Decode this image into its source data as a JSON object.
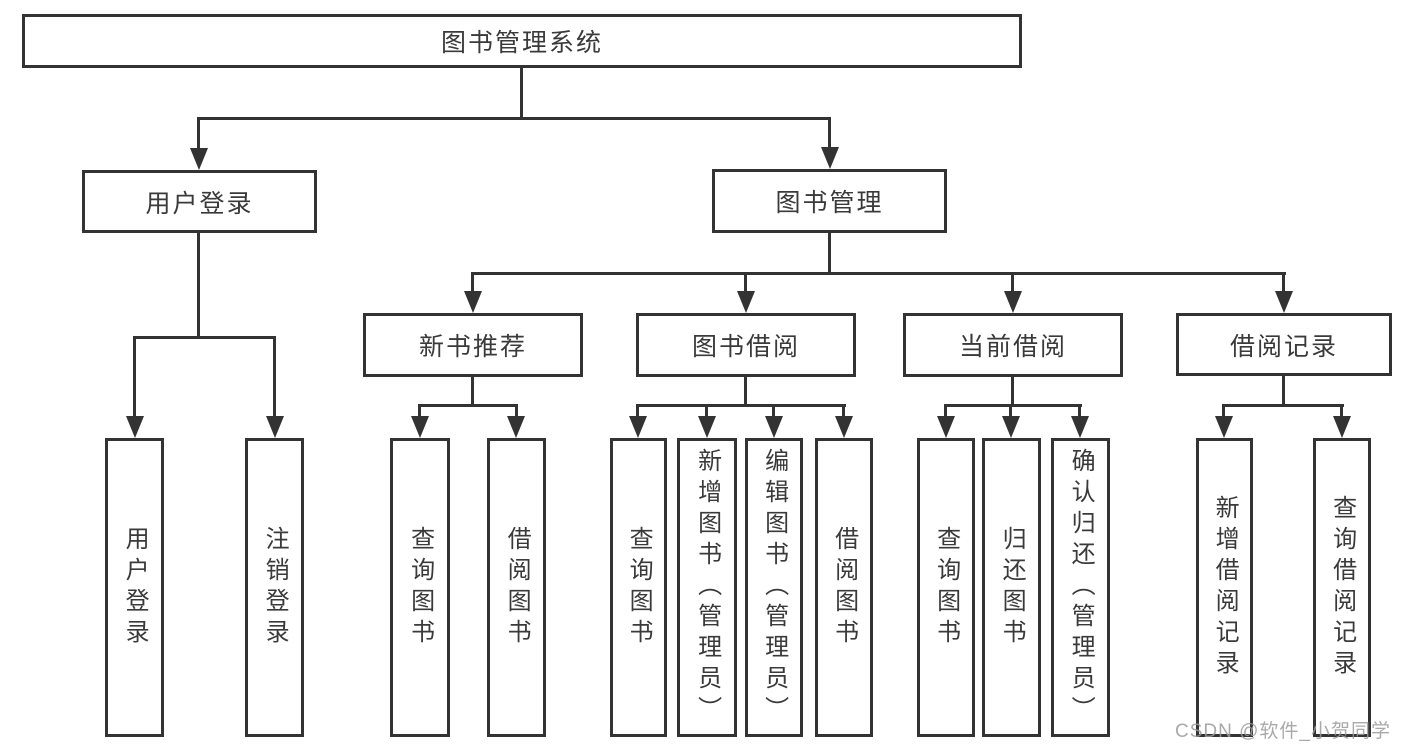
{
  "diagram": {
    "watermark": "CSDN @软件_小贺同学",
    "colors": {
      "line": "#333333",
      "text": "#3a3a3a",
      "background": "#ffffff",
      "watermark": "#9b9b9b"
    },
    "tree": {
      "root": {
        "label": "图书管理系统",
        "children": [
          {
            "label": "用户登录",
            "children": [
              {
                "label": "用户登录"
              },
              {
                "label": "注销登录"
              }
            ]
          },
          {
            "label": "图书管理",
            "children": [
              {
                "label": "新书推荐",
                "children": [
                  {
                    "label": "查询图书"
                  },
                  {
                    "label": "借阅图书"
                  }
                ]
              },
              {
                "label": "图书借阅",
                "children": [
                  {
                    "label": "查询图书"
                  },
                  {
                    "label": "新增图书（管理员）"
                  },
                  {
                    "label": "编辑图书（管理员）"
                  },
                  {
                    "label": "借阅图书"
                  }
                ]
              },
              {
                "label": "当前借阅",
                "children": [
                  {
                    "label": "查询图书"
                  },
                  {
                    "label": "归还图书"
                  },
                  {
                    "label": "确认归还（管理员）"
                  }
                ]
              },
              {
                "label": "借阅记录",
                "children": [
                  {
                    "label": "新增借阅记录"
                  },
                  {
                    "label": "查询借阅记录"
                  }
                ]
              }
            ]
          }
        ]
      }
    }
  }
}
